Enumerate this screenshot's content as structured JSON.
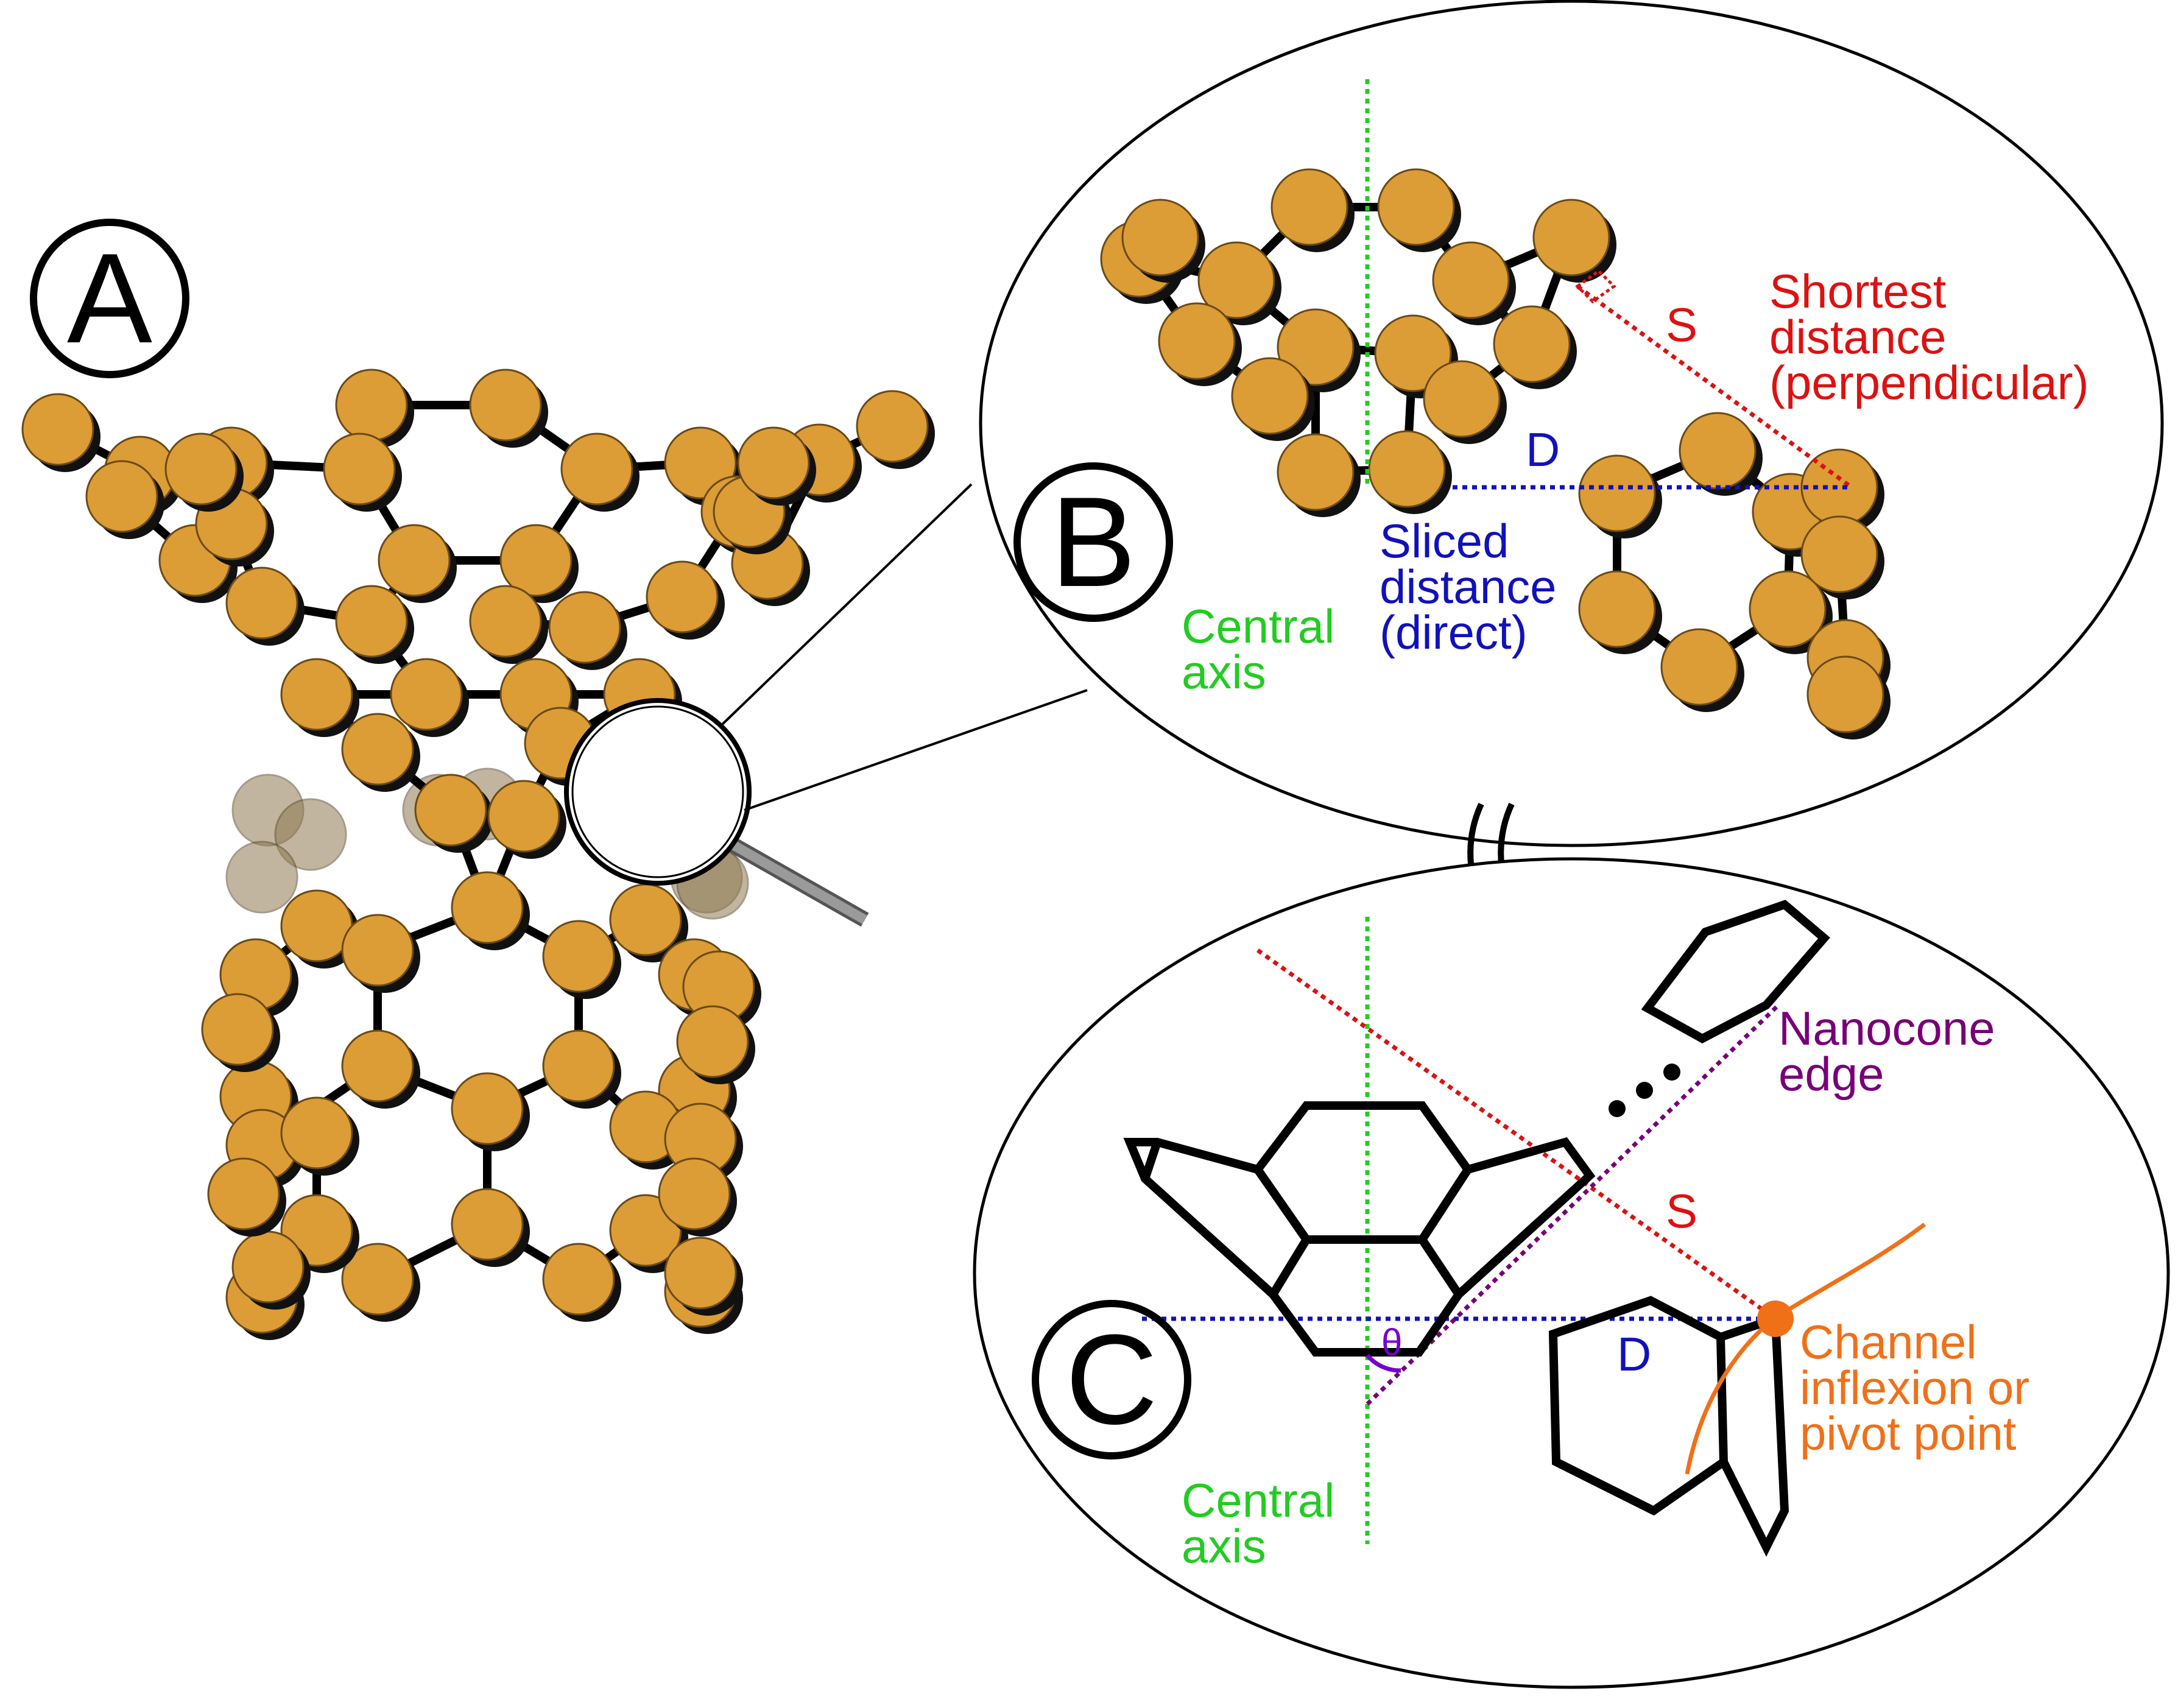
{
  "panels": {
    "a": {
      "letter": "A"
    },
    "b": {
      "letter": "B"
    },
    "c": {
      "letter": "C"
    }
  },
  "labels": {
    "b": {
      "shortest_line1": "Shortest",
      "shortest_line2": "distance",
      "shortest_line3": "(perpendicular)",
      "s": "S",
      "d": "D",
      "sliced_line1": "Sliced",
      "sliced_line2": "distance",
      "sliced_line3": "(direct)",
      "axis_line1": "Central",
      "axis_line2": "axis"
    },
    "c": {
      "nanocone_line1": "Nanocone",
      "nanocone_line2": "edge",
      "s": "S",
      "d": "D",
      "theta": "θ",
      "channel_line1": "Channel",
      "channel_line2": "inflexion or",
      "channel_line3": "pivot point",
      "axis_line1": "Central",
      "axis_line2": "axis"
    }
  },
  "colors": {
    "atom": "#dc9c36",
    "central_axis": "#22cc22",
    "shortest_distance": "#dd1111",
    "sliced_distance": "#1111bb",
    "nanocone_edge": "#770077",
    "channel_point": "#f07018",
    "theta": "#7700cc"
  },
  "icons": [
    "break-mark-icon",
    "ellipsis-dots-icon",
    "magnifier-lens-icon"
  ]
}
